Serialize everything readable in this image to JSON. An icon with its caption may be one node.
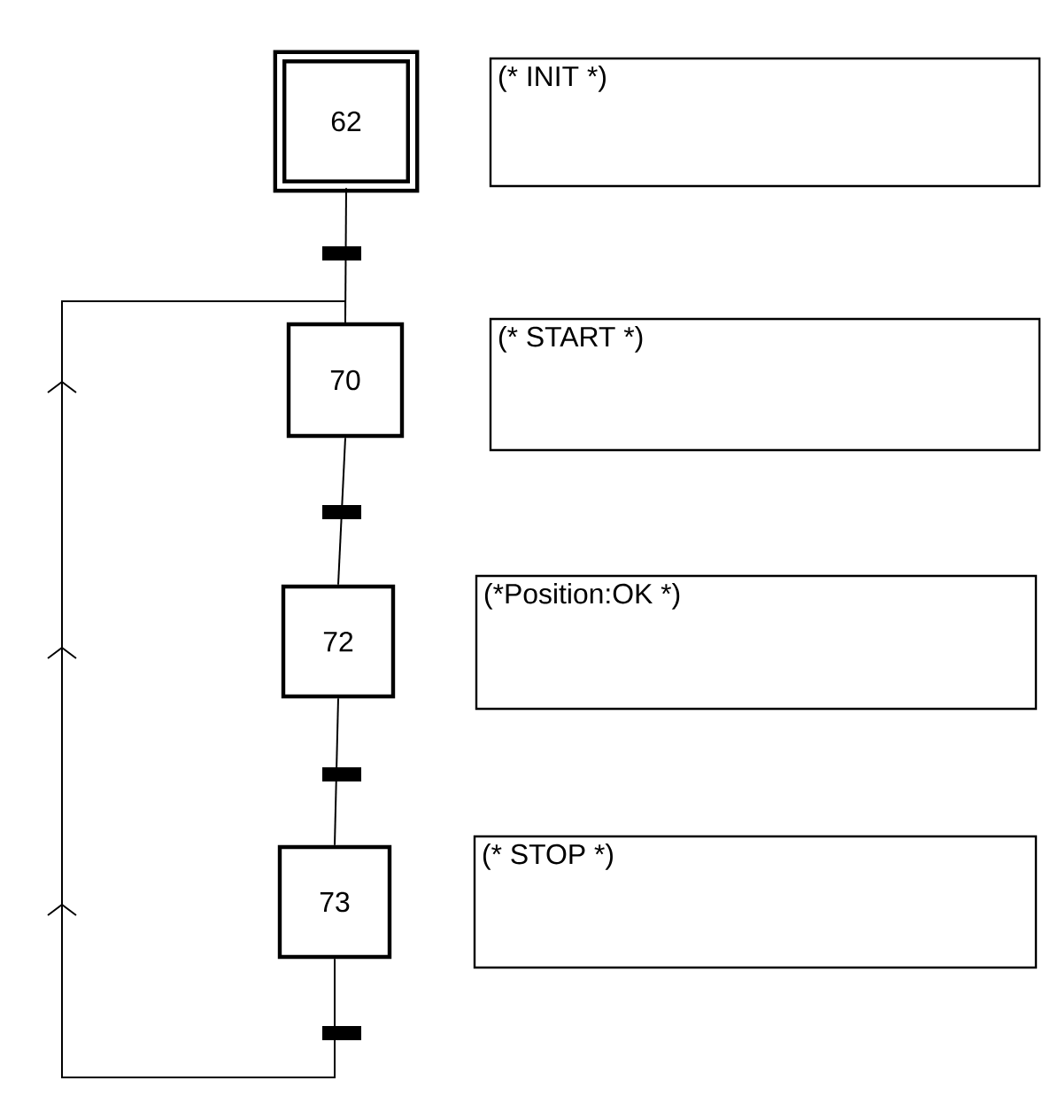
{
  "diagram": {
    "nodes": [
      {
        "text": [
          "62"
        ]
      },
      {
        "text": [
          "70"
        ]
      },
      {
        "text": [
          "72"
        ]
      },
      {
        "text": [
          "73"
        ]
      },
      {
        "text": [
          "(* INIT *)"
        ]
      },
      {
        "text": [
          "(* START *)"
        ]
      },
      {
        "text": [
          "(*Position:OK *)"
        ]
      },
      {
        "text": [
          "(* STOP *)"
        ]
      }
    ],
    "edges": [
      {
        "from": 0,
        "to": 1,
        "arrow": "none"
      },
      {
        "from": 1,
        "to": 2,
        "arrow": "none"
      },
      {
        "from": 2,
        "to": 3,
        "arrow": "none"
      },
      {
        "from": 3,
        "to": 1,
        "arrow": "to"
      }
    ]
  }
}
